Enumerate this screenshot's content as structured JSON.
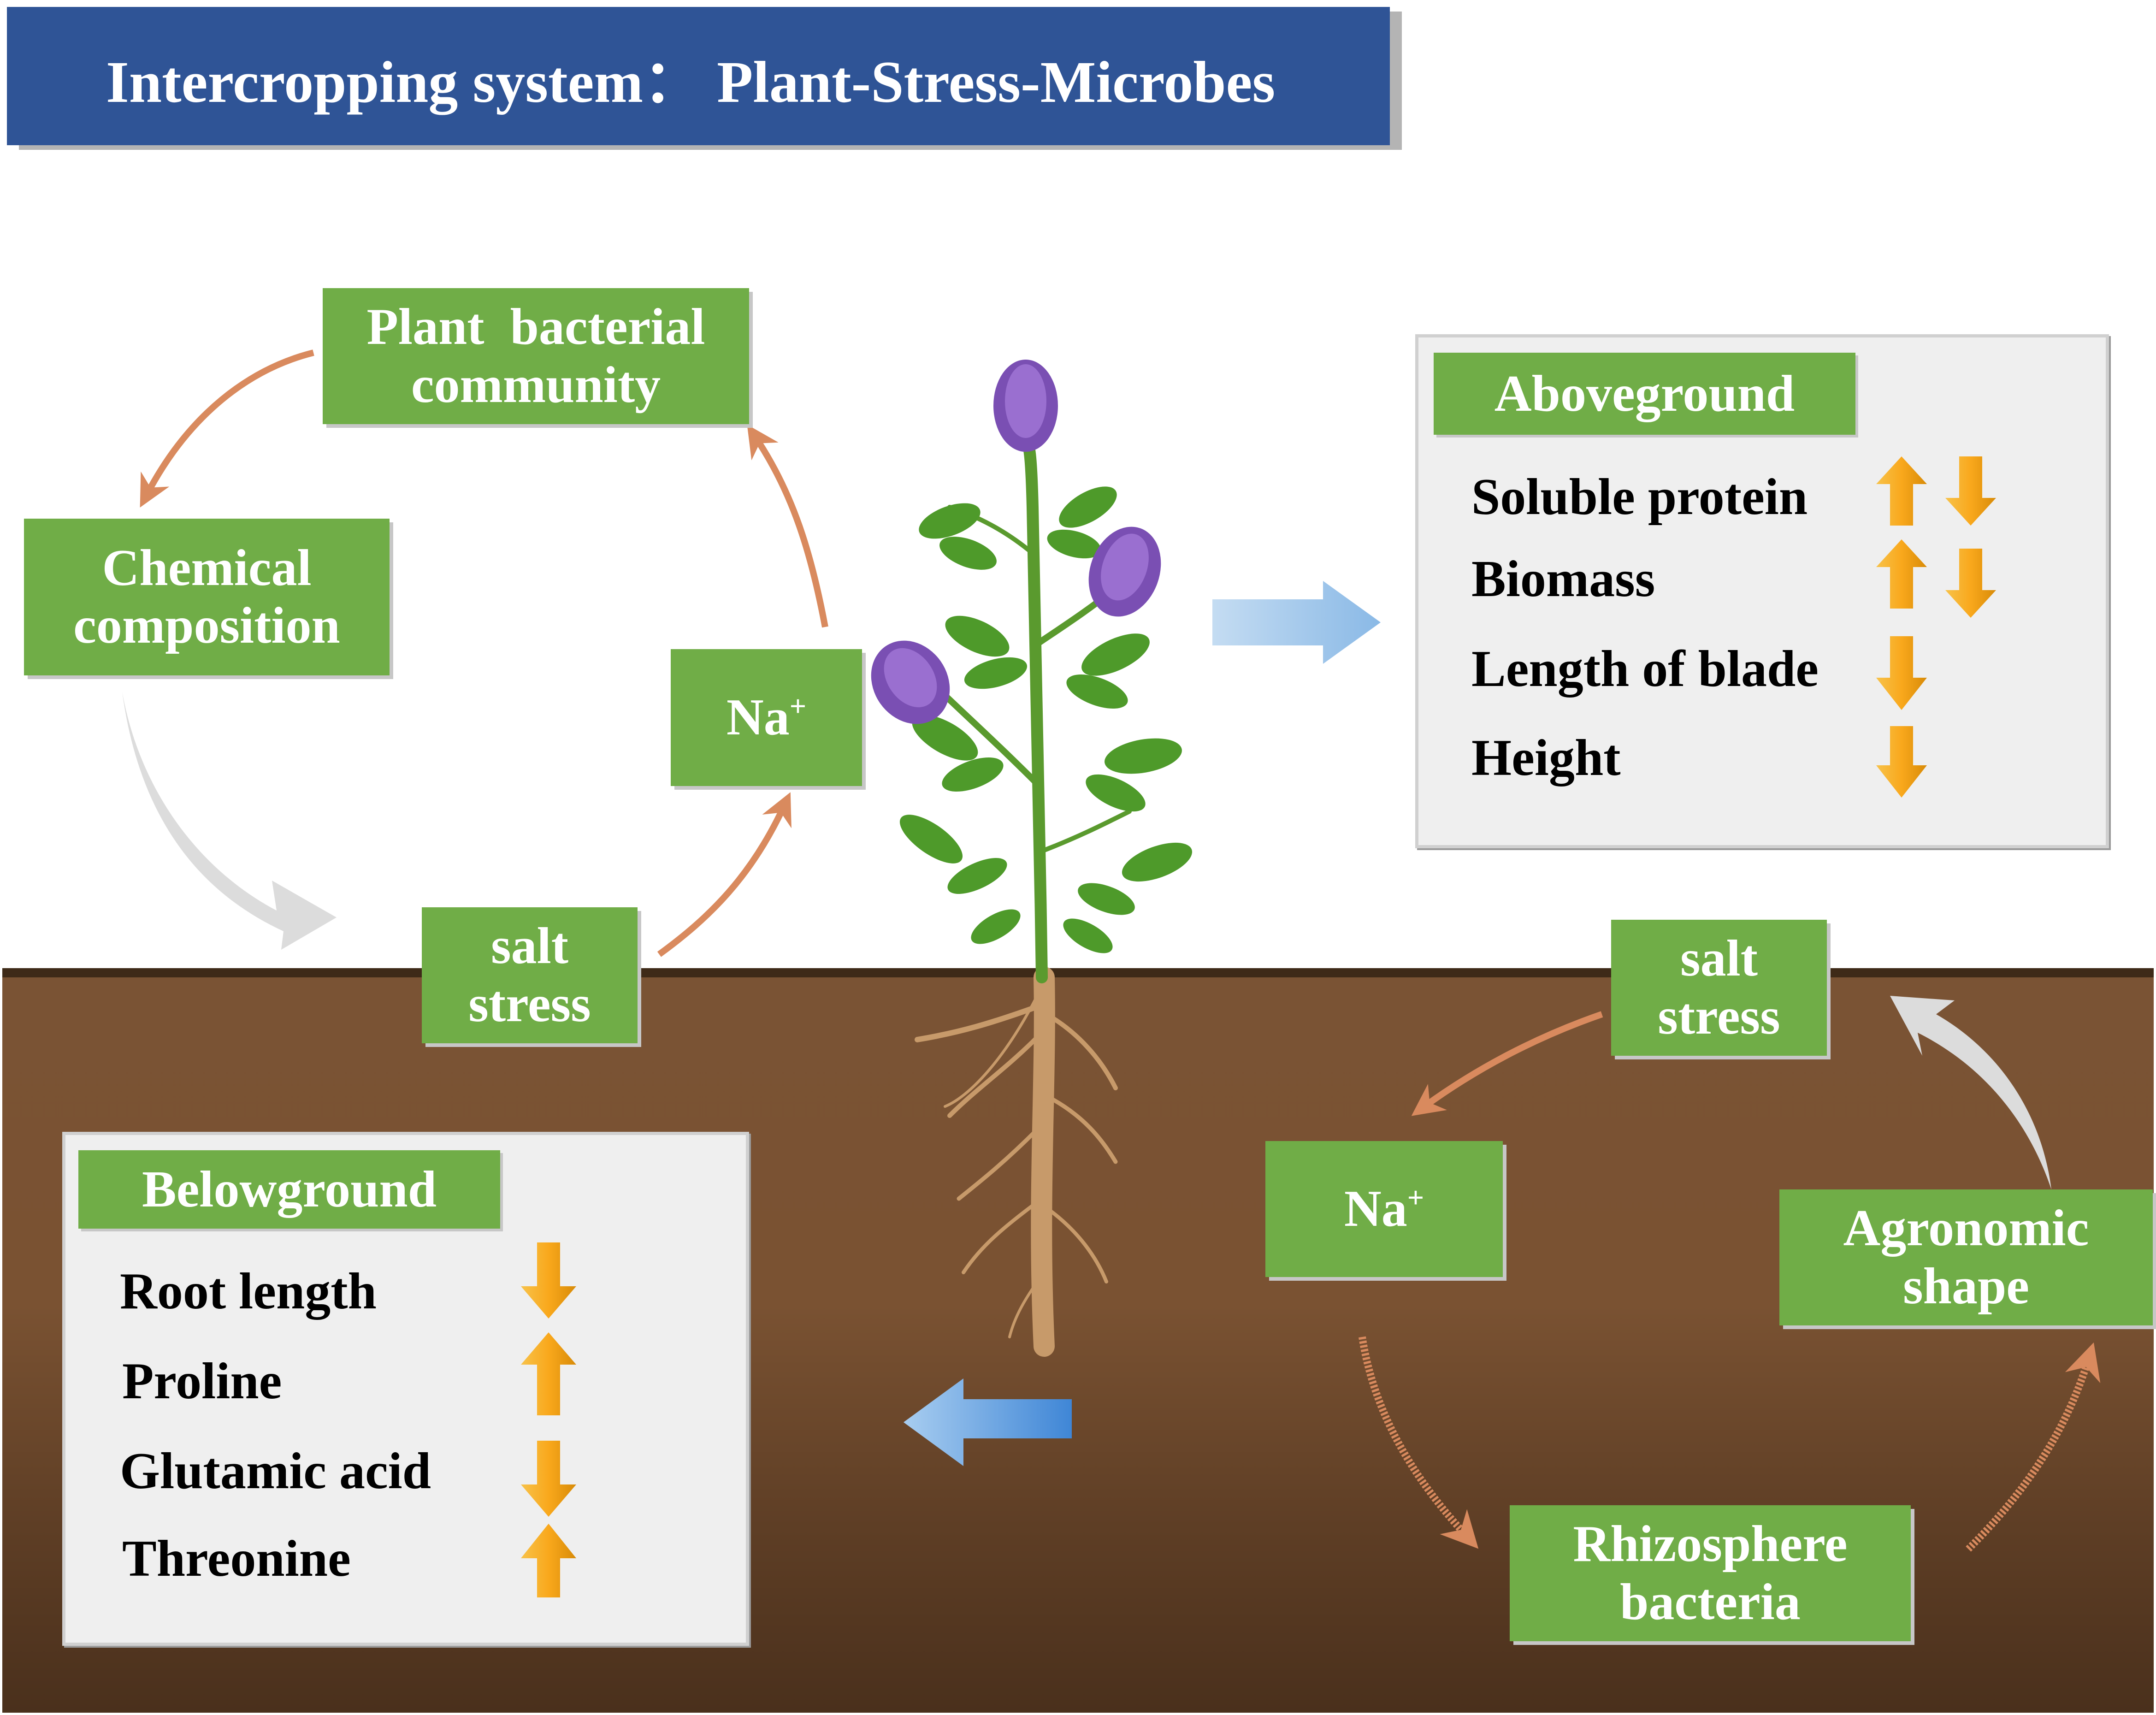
{
  "title": "Intercropping system： Plant-Stress-Microbes",
  "colors": {
    "title_bg": "#2f5496",
    "box_green": "#70ad47",
    "soil": "#7a5232",
    "soil_top": "#4a3320",
    "cycle_arrow": "#e0a07a",
    "grey_arrow": "#dcdcdc",
    "flow_arrow": "#9cc3e8",
    "indicator_arrow": "#f5b324"
  },
  "cycle_top": {
    "plant_bacterial_community": [
      "Plant  bacterial",
      "community"
    ],
    "chemical_composition": [
      "Chemical",
      "composition"
    ],
    "salt_stress": [
      "salt",
      "stress"
    ],
    "na_ion": "Na",
    "na_charge": "+"
  },
  "cycle_bottom": {
    "salt_stress": [
      "salt",
      "stress"
    ],
    "na_ion": "Na",
    "na_charge": "+",
    "agronomic_shape": [
      "Agronomic",
      "shape"
    ],
    "rhizosphere_bacteria": [
      "Rhizosphere",
      "bacteria"
    ]
  },
  "aboveground": {
    "heading": "Aboveground",
    "items": [
      {
        "label": "Soluble protein",
        "trend": [
          "up",
          "down"
        ],
        "icon": "up-down-arrows-icon"
      },
      {
        "label": "Biomass",
        "trend": [
          "up",
          "down"
        ],
        "icon": "up-down-arrows-icon"
      },
      {
        "label": "Length of blade",
        "trend": [
          "down"
        ],
        "icon": "down-arrow-icon"
      },
      {
        "label": "Height",
        "trend": [
          "down"
        ],
        "icon": "down-arrow-icon"
      }
    ]
  },
  "belowground": {
    "heading": "Belowground",
    "items": [
      {
        "label": "Root length",
        "trend": [
          "down"
        ],
        "icon": "down-arrow-icon"
      },
      {
        "label": "Proline",
        "trend": [
          "up"
        ],
        "icon": "up-arrow-icon"
      },
      {
        "label": "Glutamic acid",
        "trend": [
          "down"
        ],
        "icon": "down-arrow-icon"
      },
      {
        "label": "Threonine",
        "trend": [
          "up"
        ],
        "icon": "up-arrow-icon"
      }
    ]
  },
  "plant": {
    "icon": "alfalfa-plant-icon"
  }
}
